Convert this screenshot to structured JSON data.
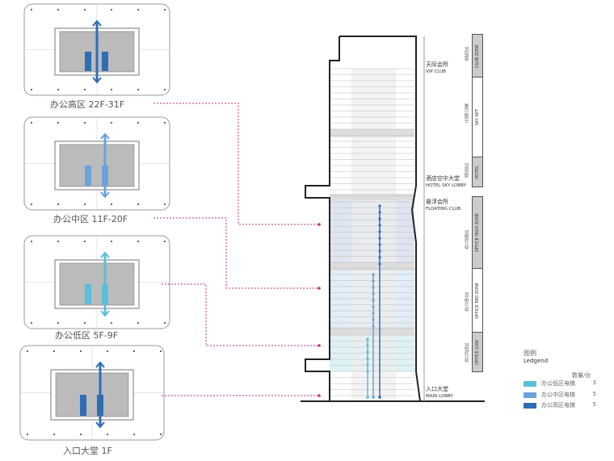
{
  "plans": [
    {
      "label": "办公高区 22F-31F",
      "elevator_color": "#2f6db5"
    },
    {
      "label": "办公中区 11F-20F",
      "elevator_color": "#6aa3dc"
    },
    {
      "label": "办公低区 5F-9F",
      "elevator_color": "#5bbfd8"
    },
    {
      "label": "入口大堂 1F",
      "elevator_color": "#2f6db5"
    }
  ],
  "section_labels": [
    {
      "cn": "天际会所",
      "en": "VIP CLUB"
    },
    {
      "cn": "酒店空中大堂",
      "en": "HOTEL SKY LOBBY"
    },
    {
      "cn": "悬浮会所",
      "en": "FLOATING CLUB"
    },
    {
      "cn": "入口大堂",
      "en": "MAIN LOBBY"
    }
  ],
  "zones": [
    {
      "cn": "会所区",
      "en": "CLUB ZONE"
    },
    {
      "cn": "云端公寓",
      "en": "SKY APT"
    },
    {
      "cn": "酒店区",
      "en": "HOTEL"
    },
    {
      "cn": "办公高区",
      "en": "OFFICE HIGH ZONE"
    },
    {
      "cn": "办公中区",
      "en": "OFFICE MID ZONE"
    },
    {
      "cn": "办公低区",
      "en": "OFFICE LOW"
    }
  ],
  "legend": {
    "title_cn": "图例",
    "title_en": "Ledgend",
    "qty_header": "数量/台",
    "items": [
      {
        "label": "办公低区电梯",
        "count": "3",
        "color": "#5bbfd8"
      },
      {
        "label": "办公中区电梯",
        "count": "5",
        "color": "#6aa3dc"
      },
      {
        "label": "办公高区电梯",
        "count": "5",
        "color": "#2f6db5"
      }
    ]
  },
  "colors": {
    "leader": "#c0307a",
    "high": "#2f6db5",
    "mid": "#6aa3dc",
    "low": "#5bbfd8"
  }
}
